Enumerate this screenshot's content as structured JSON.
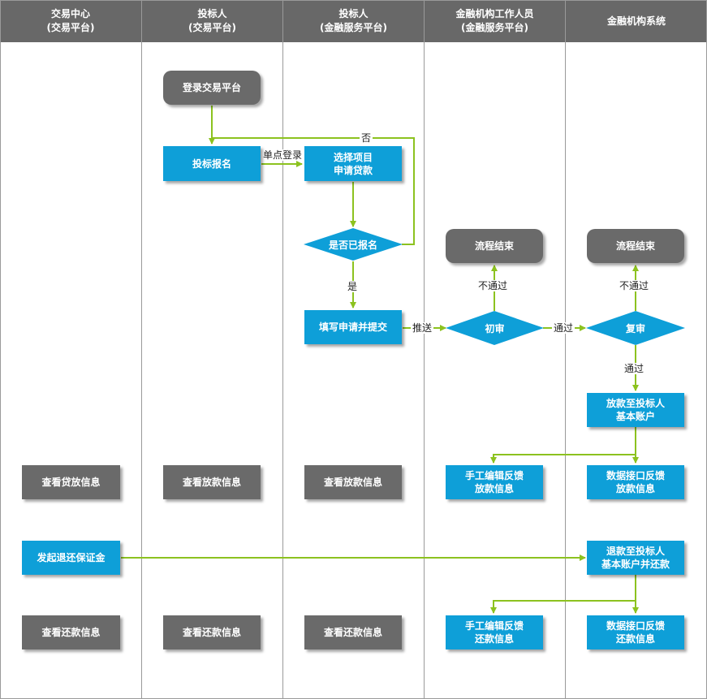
{
  "lanes": [
    {
      "line1": "交易中心",
      "line2": "(交易平台)"
    },
    {
      "line1": "投标人",
      "line2": "(交易平台)"
    },
    {
      "line1": "投标人",
      "line2": "(金融服务平台)"
    },
    {
      "line1": "金融机构工作人员",
      "line2": "(金融服务平台)"
    },
    {
      "line1": "金融机构系统",
      "line2": ""
    }
  ],
  "nodes": {
    "login": "登录交易平台",
    "signup": "投标报名",
    "select_project": {
      "line1": "选择项目",
      "line2": "申请贷款"
    },
    "is_registered": "是否已报名",
    "fill_application": "填写申请并提交",
    "end_initial": "流程结束",
    "initial_review": "初审",
    "end_recheck": "流程结束",
    "recheck": "复审",
    "disburse": {
      "line1": "放款至投标人",
      "line2": "基本账户"
    },
    "view_loan_info_center": "查看贷放信息",
    "view_disburse_bidder": "查看放款信息",
    "view_disburse_bidder_fin": "查看放款信息",
    "manual_disburse": {
      "line1": "手工编辑反馈",
      "line2": "放款信息"
    },
    "api_disburse": {
      "line1": "数据接口反馈",
      "line2": "放款信息"
    },
    "refund_deposit": "发起退还保证金",
    "refund_to_account": {
      "line1": "退款至投标人",
      "line2": "基本账户并还款"
    },
    "view_repay_center": "查看还款信息",
    "view_repay_bidder": "查看还款信息",
    "view_repay_bidder_fin": "查看还款信息",
    "manual_repay": {
      "line1": "手工编辑反馈",
      "line2": "还款信息"
    },
    "api_repay": {
      "line1": "数据接口反馈",
      "line2": "还款信息"
    }
  },
  "edge_labels": {
    "no": "否",
    "sso": "单点登录",
    "yes": "是",
    "push": "推送",
    "fail_initial": "不通过",
    "pass_initial": "通过",
    "fail_recheck": "不通过",
    "pass_recheck": "通过"
  },
  "colors": {
    "header": "#686868",
    "process": "#0e9fd8",
    "gray_box": "#6a6a6a",
    "connector": "#8cc21f",
    "divider": "#9a9a9a"
  }
}
